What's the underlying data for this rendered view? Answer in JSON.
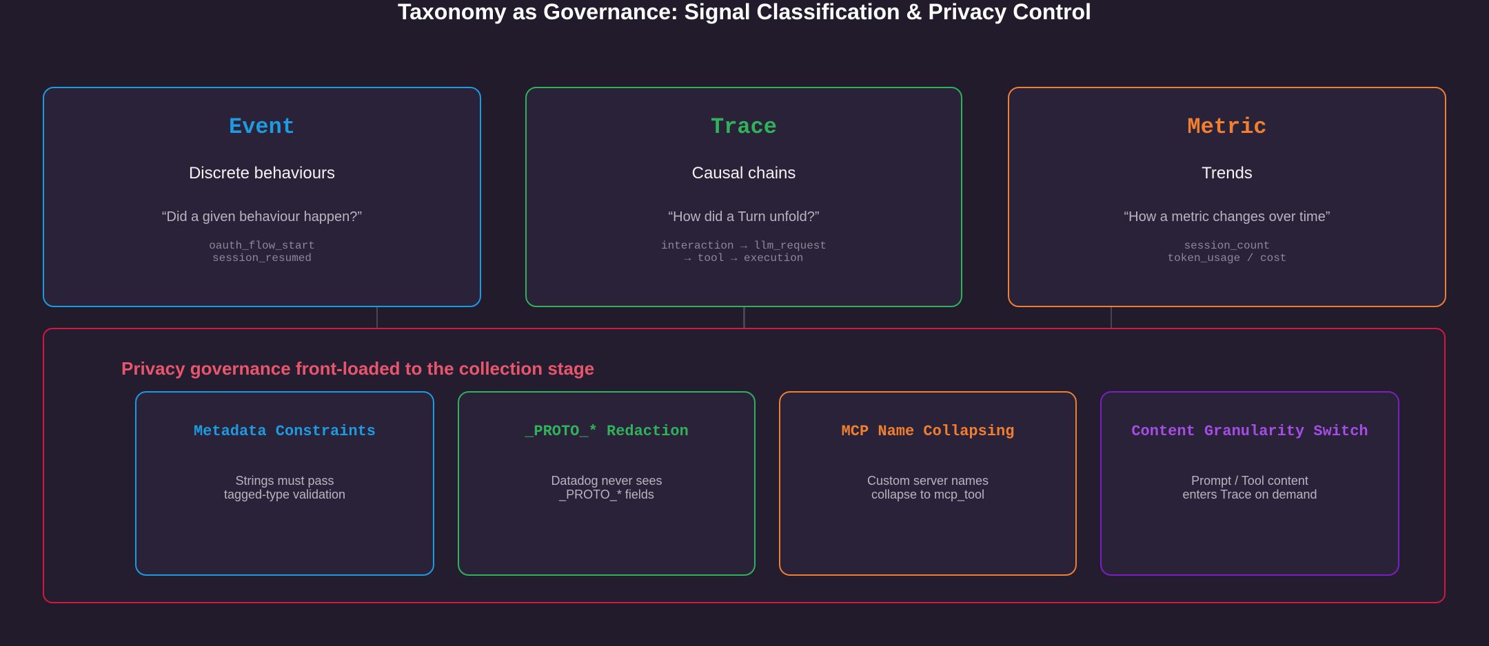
{
  "title": "Taxonomy as Governance: Signal Classification & Privacy Control",
  "signal_types": [
    {
      "name": "Event",
      "subtitle": "Discrete behaviours",
      "question": "“Did a given behaviour happen?”",
      "examples": [
        "oauth_flow_start",
        "session_resumed"
      ],
      "color": "#1e9be0"
    },
    {
      "name": "Trace",
      "subtitle": "Causal chains",
      "question": "“How did a Turn unfold?”",
      "examples": [
        "interaction → llm_request",
        "→ tool → execution"
      ],
      "color": "#2fb25a"
    },
    {
      "name": "Metric",
      "subtitle": "Trends",
      "question": "“How a metric changes over time”",
      "examples": [
        "session_count",
        "token_usage / cost"
      ],
      "color": "#f07f30"
    }
  ],
  "privacy": {
    "heading": "Privacy governance front-loaded to the collection stage",
    "color": "#d11a3c",
    "controls": [
      {
        "name": "Metadata Constraints",
        "lines": [
          "Strings must pass",
          "tagged-type validation"
        ],
        "color": "#1e9be0"
      },
      {
        "name": "_PROTO_* Redaction",
        "lines": [
          "Datadog never sees",
          "_PROTO_* fields"
        ],
        "color": "#2fb25a"
      },
      {
        "name": "MCP Name Collapsing",
        "lines": [
          "Custom server names",
          "collapse to mcp_tool"
        ],
        "color": "#f07f30"
      },
      {
        "name": "Content Granularity Switch",
        "lines": [
          "Prompt / Tool content",
          "enters Trace on demand"
        ],
        "color": "#a64de6"
      }
    ]
  }
}
